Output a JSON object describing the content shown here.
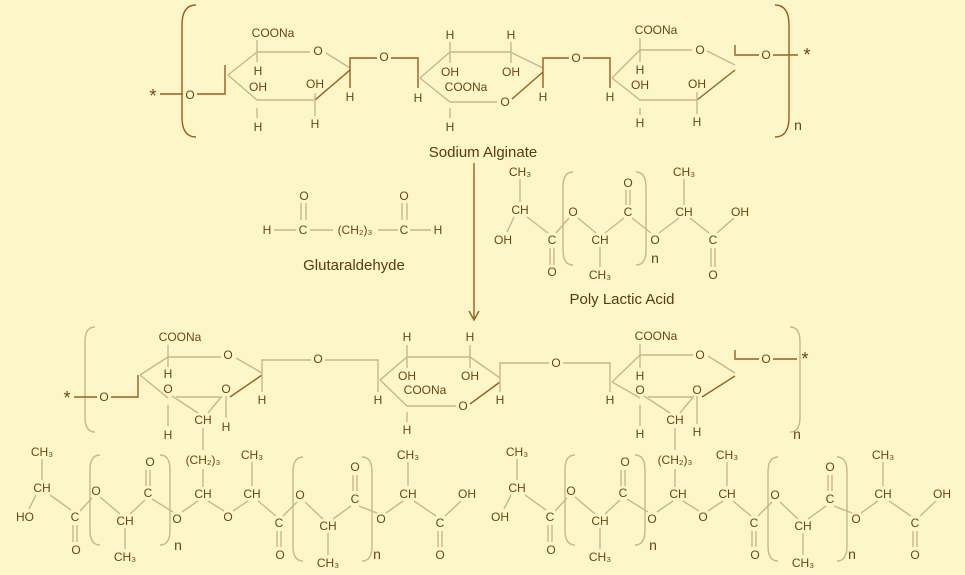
{
  "labels": {
    "sodium_alginate": "Sodium Alginate",
    "glutaraldehyde": "Glutaraldehyde",
    "poly_lactic_acid": "Poly Lactic Acid"
  },
  "atoms": {
    "H": "H",
    "OH": "OH",
    "HO": "HO",
    "O": "O",
    "C": "C",
    "CH": "CH",
    "CH3": "CH₃",
    "CH2_3": "(CH₂)₃",
    "COONa": "COONa",
    "star": "*",
    "n": "n"
  },
  "colors": {
    "background": "#fdf6c8",
    "text": "#6e4510",
    "bond_light": "#c9b68c",
    "bond_dark": "#9a5f1c"
  }
}
